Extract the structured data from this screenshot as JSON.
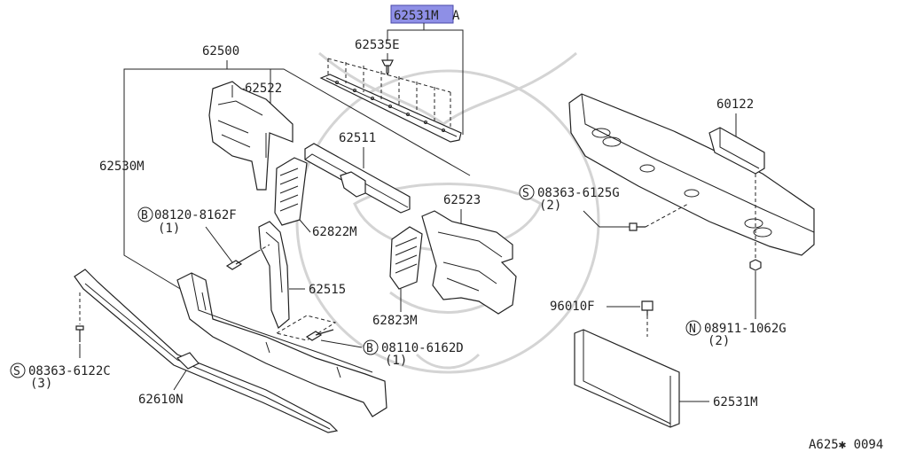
{
  "diagram": {
    "selected_label": "62531M",
    "selected_suffix": "A",
    "labels": {
      "p62535E": "62535E",
      "p62500": "62500",
      "p62522": "62522",
      "p62530M": "62530M",
      "p62511": "62511",
      "p62523": "62523",
      "p62822M": "62822M",
      "p62515": "62515",
      "p62823M": "62823M",
      "p60122": "60122",
      "p96010F": "96010F",
      "p62531M_plate": "62531M",
      "p62610N": "62610N",
      "bolt_08120_code": "08120-8162F",
      "bolt_08120_qty": "(1)",
      "bolt_08120_prefix": "B",
      "bolt_08110_code": "08110-6162D",
      "bolt_08110_qty": "(1)",
      "bolt_08110_prefix": "B",
      "screw_08363_6125_code": "08363-6125G",
      "screw_08363_6125_qty": "(2)",
      "screw_08363_6125_prefix": "S",
      "nut_08911_code": "08911-1062G",
      "nut_08911_qty": "(2)",
      "nut_08911_prefix": "N",
      "screw_08363_6122_code": "08363-6122C",
      "screw_08363_6122_qty": "(3)",
      "screw_08363_6122_prefix": "S"
    },
    "footer_code": "A625✱ 0094"
  }
}
